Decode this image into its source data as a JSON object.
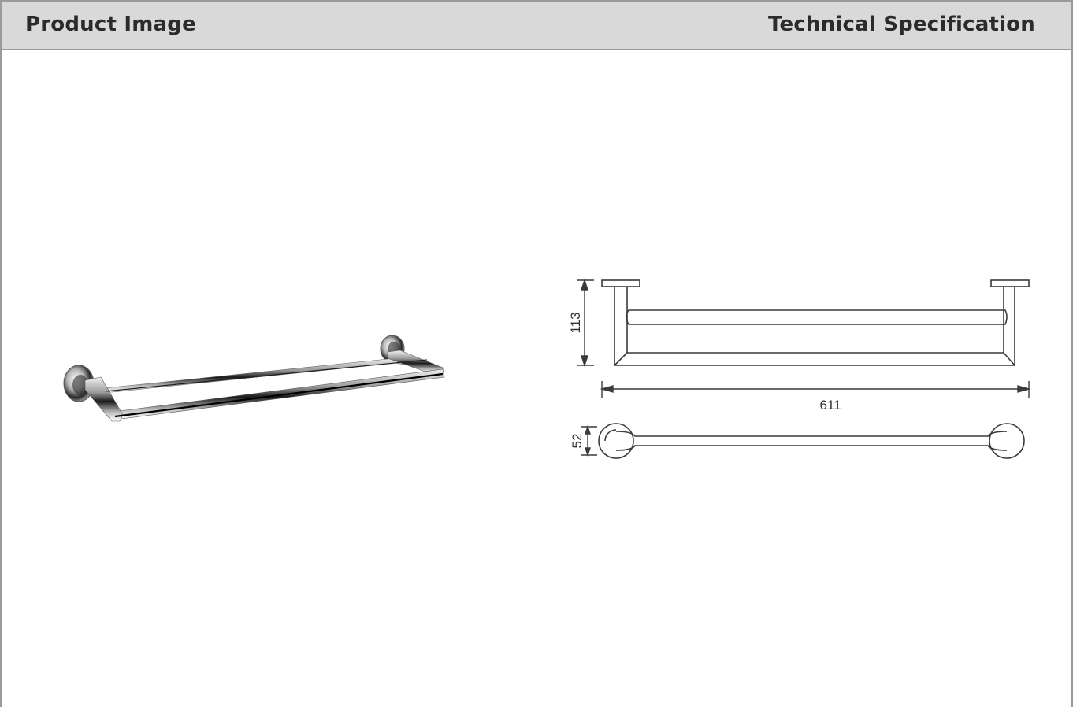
{
  "header": {
    "left_title": "Product Image",
    "right_title": "Technical Specification"
  },
  "drawing": {
    "height_dim": "113",
    "width_dim": "611",
    "depth_dim": "52"
  }
}
